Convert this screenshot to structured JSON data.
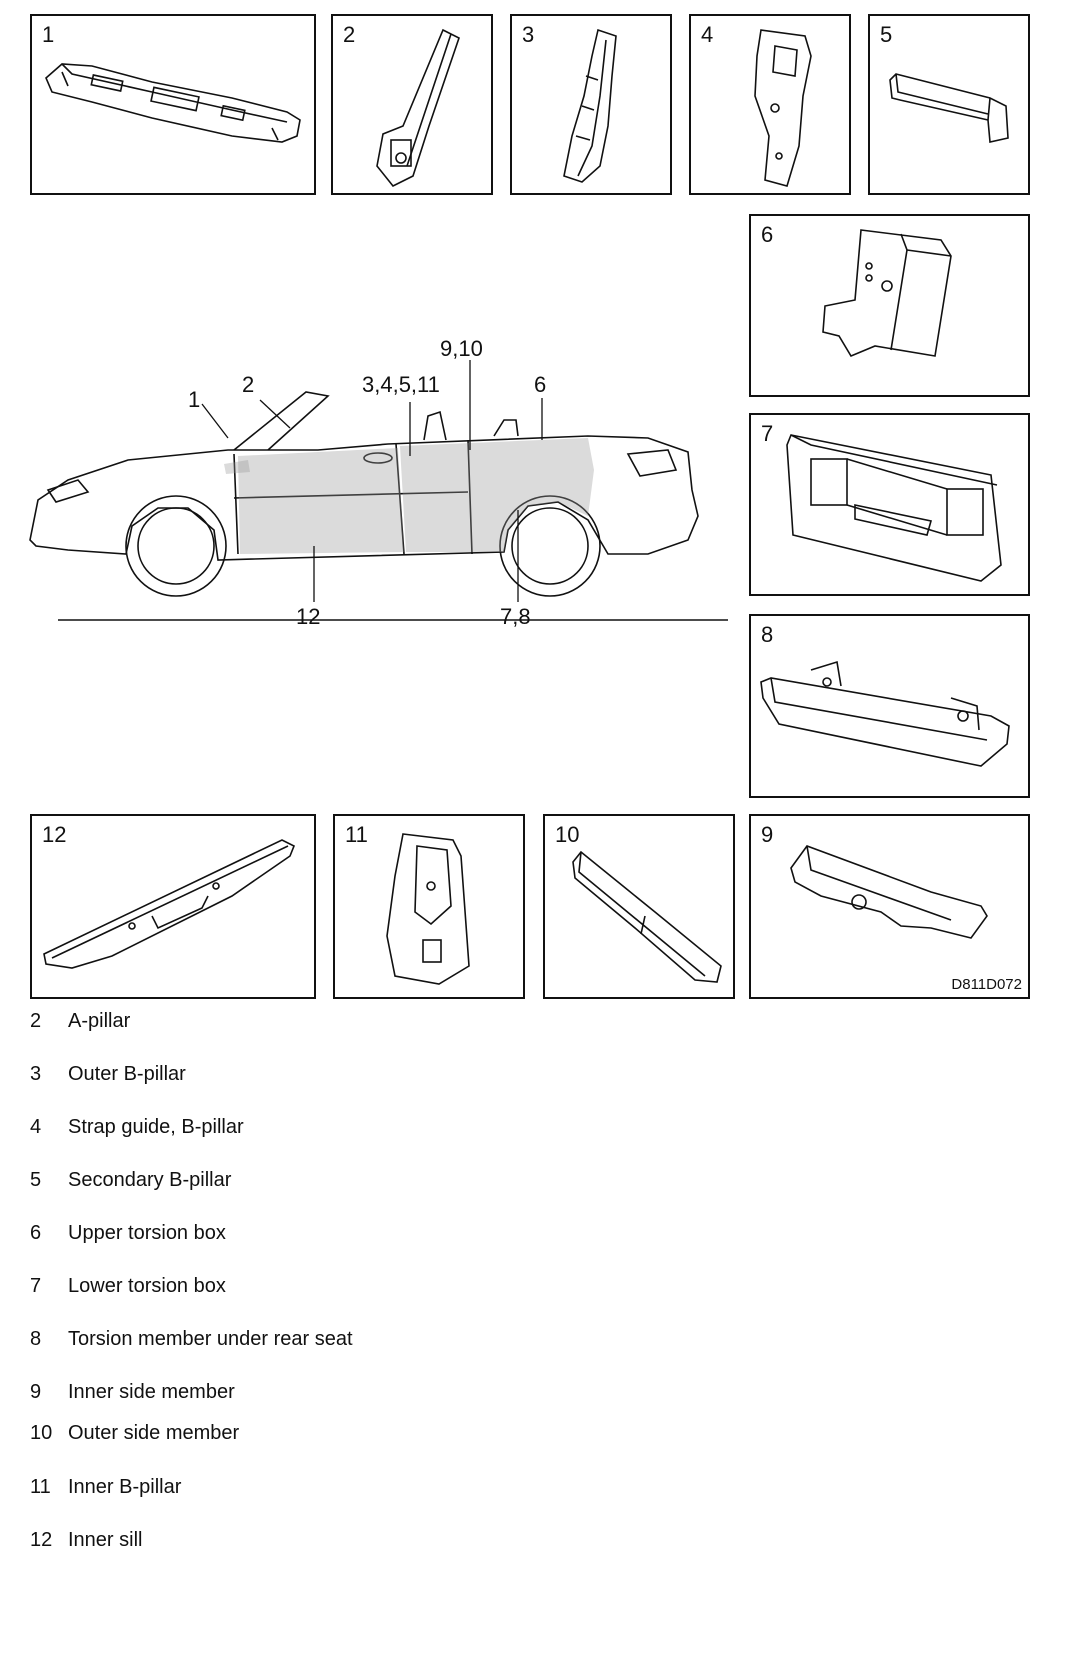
{
  "diagram": {
    "code": "D811D072",
    "panels": [
      {
        "num": "1"
      },
      {
        "num": "2"
      },
      {
        "num": "3"
      },
      {
        "num": "4"
      },
      {
        "num": "5"
      },
      {
        "num": "6"
      },
      {
        "num": "7"
      },
      {
        "num": "8"
      },
      {
        "num": "12"
      },
      {
        "num": "11"
      },
      {
        "num": "10"
      },
      {
        "num": "9"
      }
    ],
    "callouts": [
      "1",
      "2",
      "3,4,5,11",
      "9,10",
      "6",
      "12",
      "7,8"
    ]
  },
  "legend": [
    {
      "num": "2",
      "label": "A-pillar"
    },
    {
      "num": "3",
      "label": "Outer B-pillar"
    },
    {
      "num": "4",
      "label": "Strap guide, B-pillar"
    },
    {
      "num": "5",
      "label": "Secondary B-pillar"
    },
    {
      "num": "6",
      "label": "Upper torsion box"
    },
    {
      "num": "7",
      "label": "Lower torsion box"
    },
    {
      "num": "8",
      "label": "Torsion member under rear seat"
    },
    {
      "num": "9",
      "label": "Inner side member"
    },
    {
      "num": "10",
      "label": "Outer side member"
    },
    {
      "num": "11",
      "label": "Inner B-pillar"
    },
    {
      "num": "12",
      "label": "Inner sill"
    }
  ]
}
